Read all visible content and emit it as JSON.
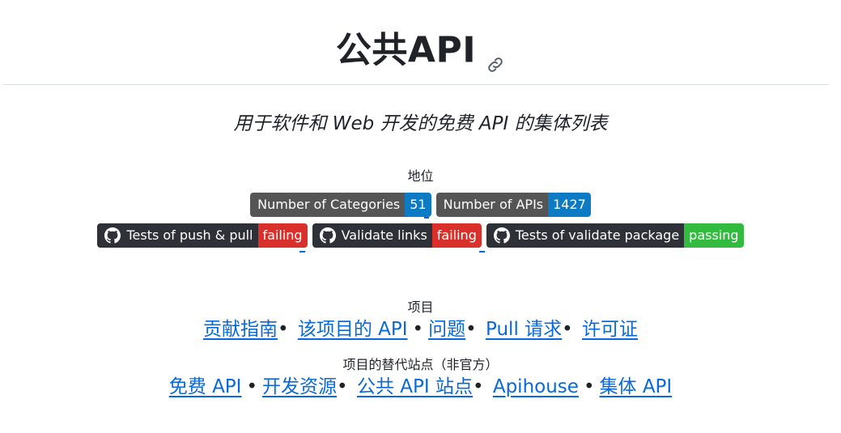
{
  "header": {
    "title": "公共API",
    "anchor_icon": "link-icon"
  },
  "subtitle": "用于软件和 Web 开发的免费 API 的集体列表",
  "status": {
    "heading": "地位",
    "badges_row1": [
      {
        "label": "Number of Categories",
        "value": "51",
        "value_color": "#0d7bc4"
      },
      {
        "label": "Number of APIs",
        "value": "1427",
        "value_color": "#0d7bc4"
      }
    ],
    "badges_row2": [
      {
        "icon": "github-icon",
        "label": "Tests of push & pull",
        "value": "failing",
        "value_color": "#d9302b"
      },
      {
        "icon": "github-icon",
        "label": "Validate links",
        "value": "failing",
        "value_color": "#d9302b"
      },
      {
        "icon": "github-icon",
        "label": "Tests of validate package",
        "value": "passing",
        "value_color": "#33bb3f"
      }
    ]
  },
  "project": {
    "heading": "项目",
    "links": [
      "贡献指南",
      "该项目的 API",
      "问题",
      "Pull 请求",
      "许可证"
    ]
  },
  "alt_sites": {
    "heading": "项目的替代站点（非官方）",
    "links": [
      "免费 API",
      "开发资源",
      "公共 API 站点",
      "Apihouse",
      "集体 API"
    ]
  },
  "separator": "•",
  "colors": {
    "link": "#0969da",
    "text": "#1f2328",
    "rule": "#d8dee4"
  }
}
